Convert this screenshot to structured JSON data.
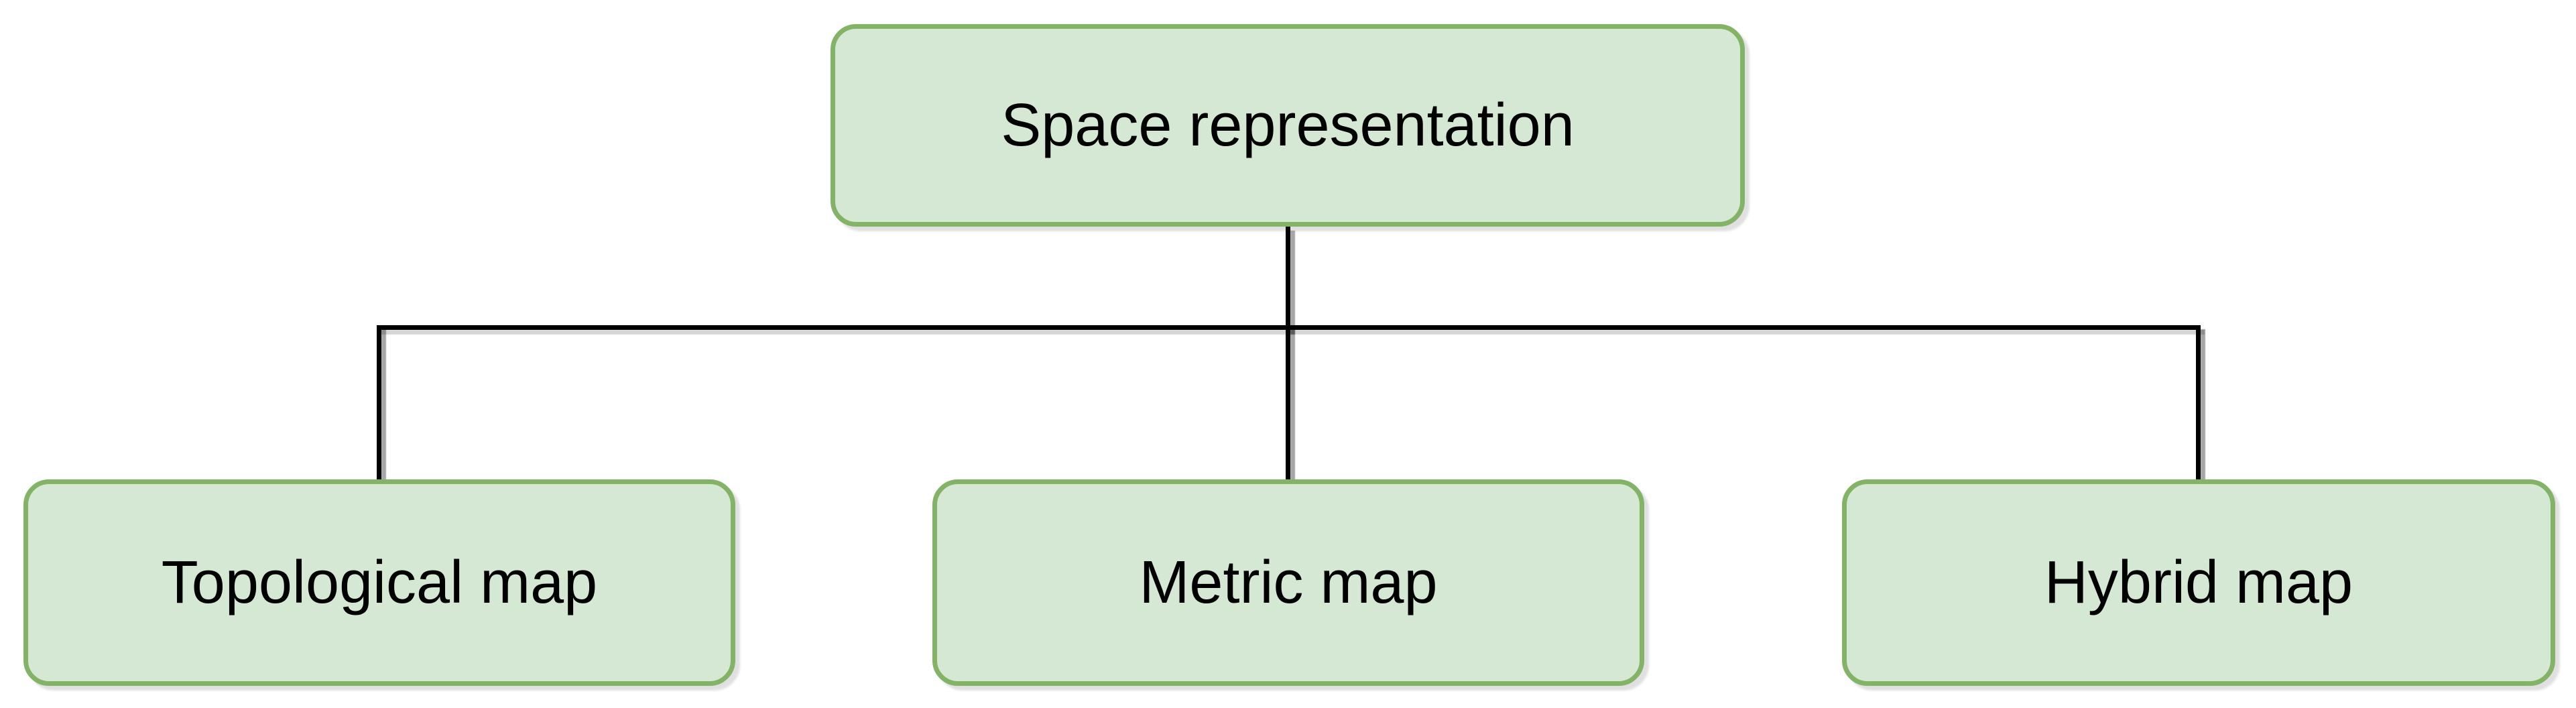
{
  "colors": {
    "node_fill": "#d5e8d4",
    "node_border": "#82b366",
    "connector": "#000000",
    "text": "#000000",
    "background": "#ffffff"
  },
  "diagram": {
    "type": "tree",
    "root": {
      "label": "Space representation"
    },
    "children": [
      {
        "label": "Topological map"
      },
      {
        "label": "Metric map"
      },
      {
        "label": "Hybrid map"
      }
    ],
    "edges": [
      {
        "from": "Space representation",
        "to": "Topological map"
      },
      {
        "from": "Space representation",
        "to": "Metric map"
      },
      {
        "from": "Space representation",
        "to": "Hybrid map"
      }
    ]
  }
}
